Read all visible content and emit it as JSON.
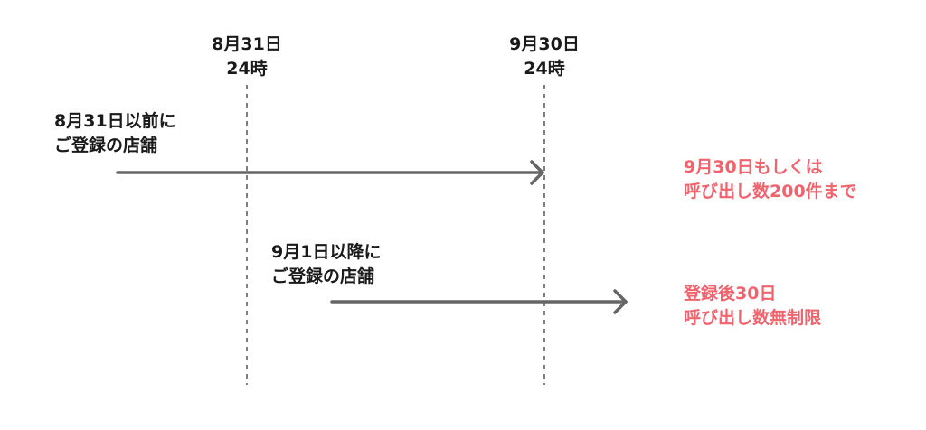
{
  "milestones": [
    {
      "date": "8月31日",
      "time": "24時"
    },
    {
      "date": "9月30日",
      "time": "24時"
    }
  ],
  "groups": [
    {
      "label_line1": "8月31日以前に",
      "label_line2": "ご登録の店舗",
      "note_line1": "9月30日もしくは",
      "note_line2": "呼び出し数200件まで"
    },
    {
      "label_line1": "9月1日以降に",
      "label_line2": "ご登録の店舗",
      "note_line1": "登録後30日",
      "note_line2": "呼び出し数無制限"
    }
  ],
  "colors": {
    "text": "#1a1a1a",
    "accent": "#f0646e",
    "arrow": "#666666",
    "guide": "#555555"
  }
}
